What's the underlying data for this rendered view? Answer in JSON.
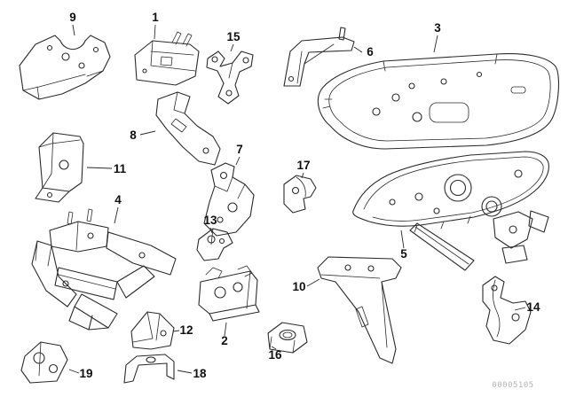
{
  "diagram": {
    "code": "00005105",
    "callouts": [
      {
        "label": "9"
      },
      {
        "label": "1"
      },
      {
        "label": "15"
      },
      {
        "label": "6"
      },
      {
        "label": "3"
      },
      {
        "label": "8"
      },
      {
        "label": "11"
      },
      {
        "label": "7"
      },
      {
        "label": "17"
      },
      {
        "label": "4"
      },
      {
        "label": "13"
      },
      {
        "label": "5"
      },
      {
        "label": "10"
      },
      {
        "label": "14"
      },
      {
        "label": "12"
      },
      {
        "label": "2"
      },
      {
        "label": "19"
      },
      {
        "label": "18"
      },
      {
        "label": "16"
      }
    ]
  }
}
